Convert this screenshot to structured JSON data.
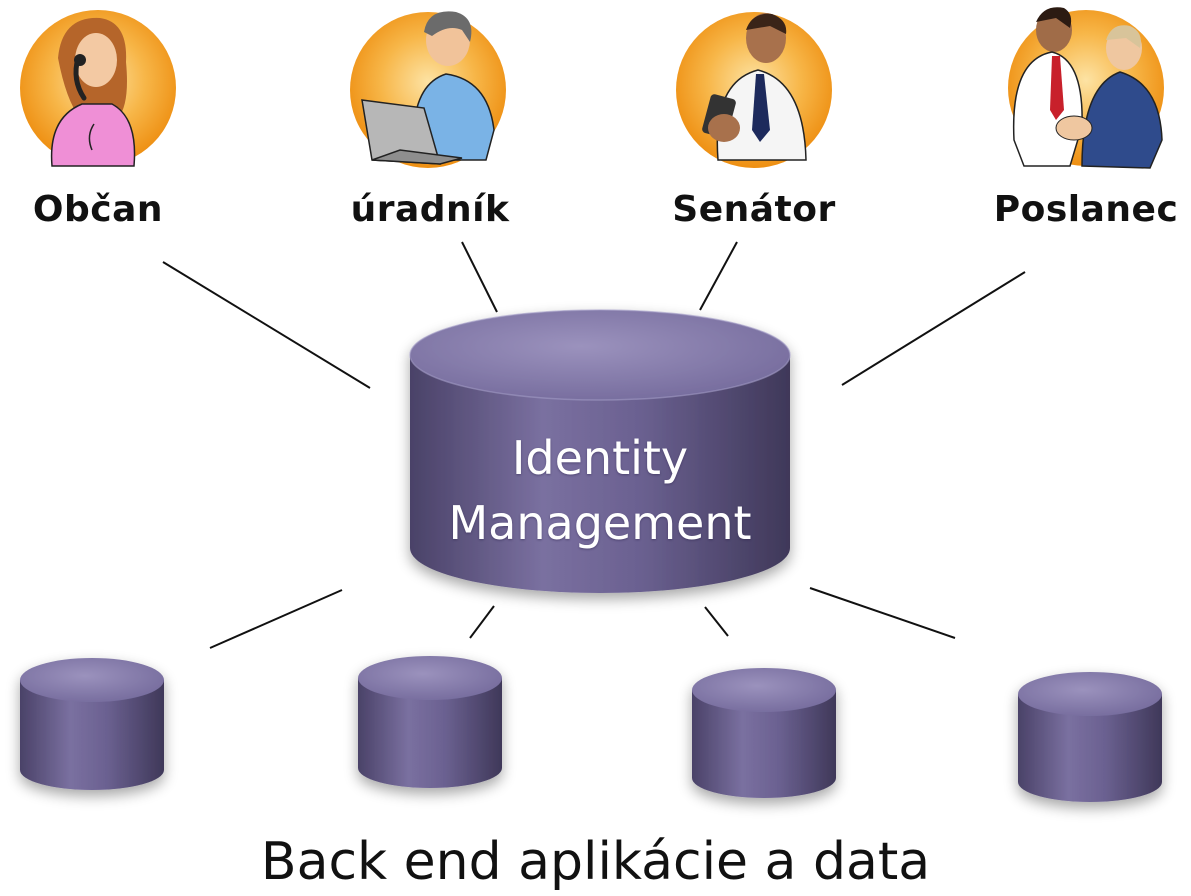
{
  "roles": [
    {
      "label": "Občan",
      "icon": "woman-on-phone-icon"
    },
    {
      "label": "úradník",
      "icon": "man-at-laptop-icon"
    },
    {
      "label": "Senátor",
      "icon": "man-with-phone-icon"
    },
    {
      "label": "Poslanec",
      "icon": "handshake-icon"
    }
  ],
  "hub": {
    "line1": "Identity",
    "line2": "Management"
  },
  "backend_count": 4,
  "caption": "Back end aplikácie a data",
  "colors": {
    "cylinder_body": "#6a5f8c",
    "cylinder_top": "#8a80ad",
    "cylinder_dark": "#463e63",
    "icon_circle_outer": "#f29a1f",
    "icon_circle_inner": "#fbd27a",
    "connector": "#111111"
  }
}
